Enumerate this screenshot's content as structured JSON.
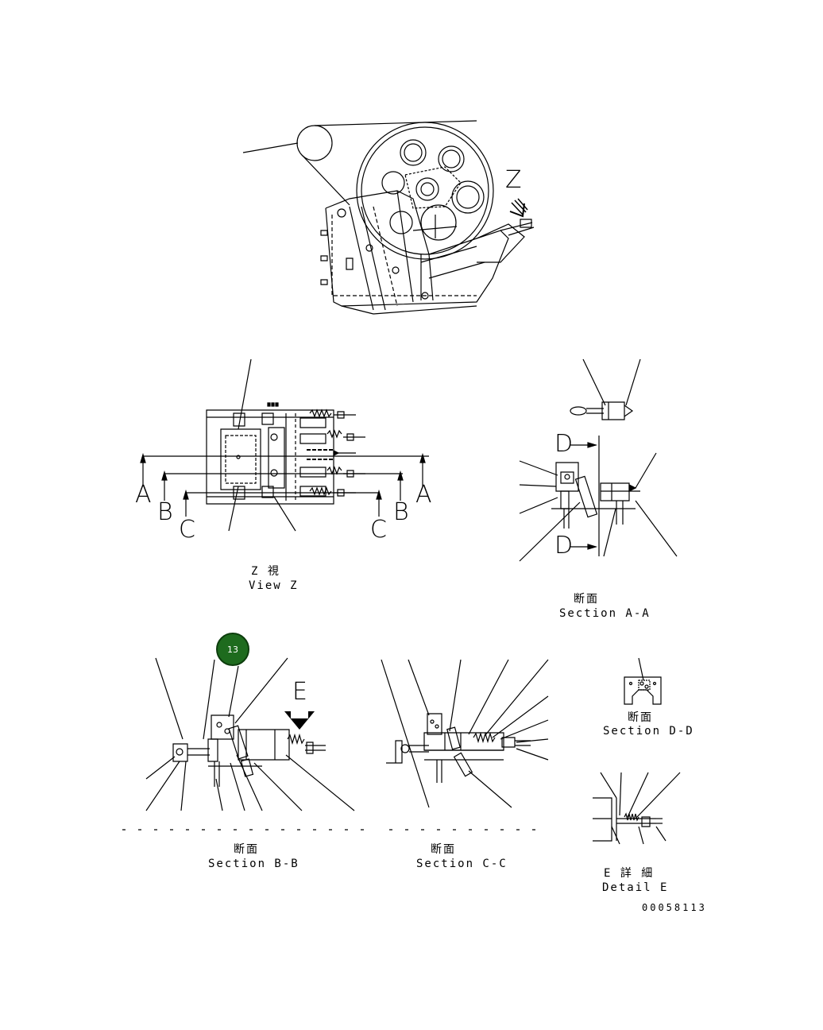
{
  "view_z": {
    "jp": "Z 視",
    "en": "View Z",
    "mark": "Z"
  },
  "section_aa": {
    "jp": "断面",
    "en": "Section A-A"
  },
  "section_bb": {
    "jp": "断面",
    "en": "Section B-B"
  },
  "section_cc": {
    "jp": "断面",
    "en": "Section C-C"
  },
  "section_dd": {
    "jp": "断面",
    "en": "Section D-D"
  },
  "detail_e": {
    "jp": "E 詳 細",
    "en": "Detail E",
    "mark": "E"
  },
  "callout_13": "13",
  "drawing_number": "00058113",
  "section_marks": {
    "a": "A",
    "b": "B",
    "c": "C",
    "d": "D"
  }
}
